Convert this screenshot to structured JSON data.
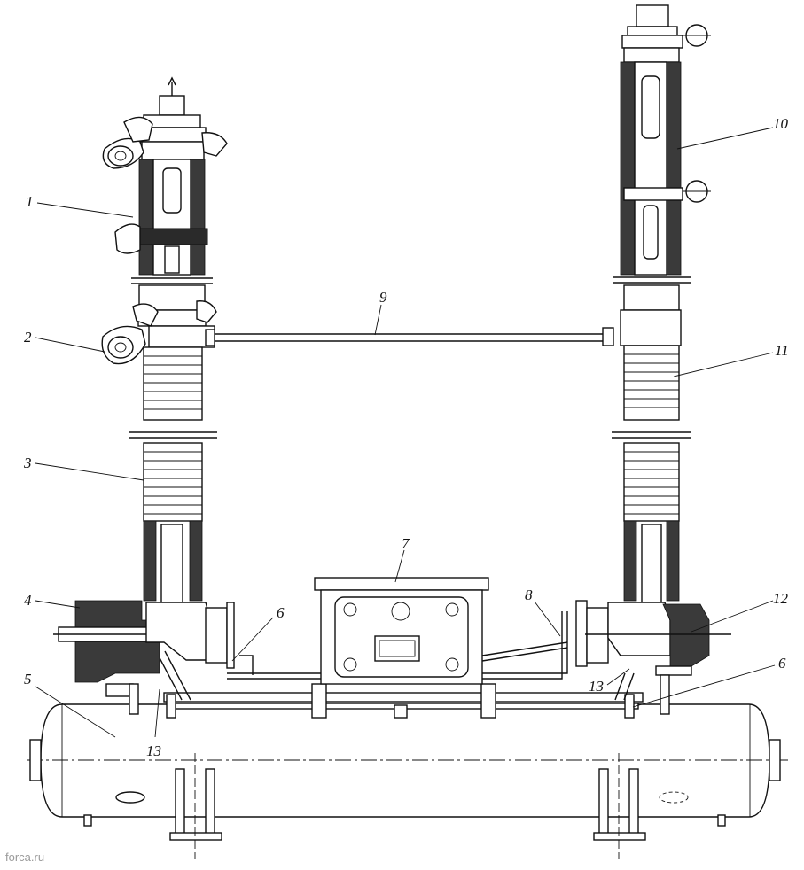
{
  "callouts": [
    {
      "id": "c1",
      "text": "1"
    },
    {
      "id": "c2",
      "text": "2"
    },
    {
      "id": "c3",
      "text": "3"
    },
    {
      "id": "c4",
      "text": "4"
    },
    {
      "id": "c5",
      "text": "5"
    },
    {
      "id": "c6a",
      "text": "6"
    },
    {
      "id": "c6b",
      "text": "6"
    },
    {
      "id": "c7",
      "text": "7"
    },
    {
      "id": "c8",
      "text": "8"
    },
    {
      "id": "c9",
      "text": "9"
    },
    {
      "id": "c10",
      "text": "10"
    },
    {
      "id": "c11",
      "text": "11"
    },
    {
      "id": "c12",
      "text": "12"
    },
    {
      "id": "c13a",
      "text": "13"
    },
    {
      "id": "c13b",
      "text": "13"
    }
  ],
  "watermark": "forca.ru",
  "colors": {
    "ink": "#111111",
    "paper": "#ffffff",
    "watermark": "#9a9a9a"
  }
}
